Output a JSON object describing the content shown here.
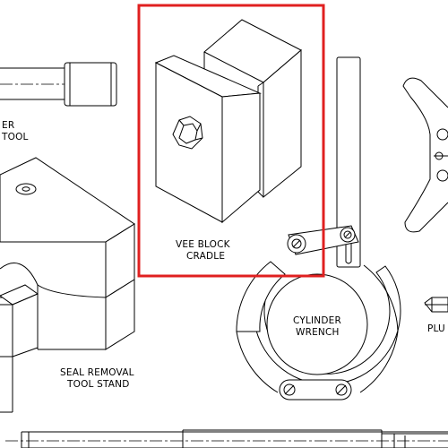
{
  "labels": {
    "vee_block_line1": "VEE BLOCK",
    "vee_block_line2": "CRADLE",
    "cylinder_wrench_line1": "CYLINDER",
    "cylinder_wrench_line2": "WRENCH",
    "seal_removal_line1": "SEAL REMOVAL",
    "seal_removal_line2": "TOOL STAND",
    "tool_partial_line1": "ER",
    "tool_partial_line2": "TOOL",
    "plug_partial": "PLU"
  },
  "colors": {
    "line": "#000000",
    "highlight": "#e02020",
    "background": "#ffffff"
  }
}
